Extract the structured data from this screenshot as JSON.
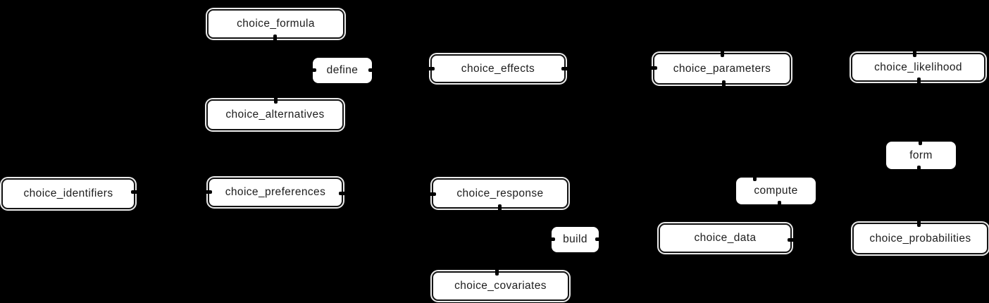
{
  "diagram": {
    "background_color": "#000000",
    "node_fill_color": "#ffffff",
    "node_border_color": "#141414",
    "text_color": "#1d1d1d",
    "nodes": [
      {
        "label": "choice_formula"
      },
      {
        "label": "choice_effects"
      },
      {
        "label": "choice_parameters"
      },
      {
        "label": "choice_likelihood"
      },
      {
        "label": "choice_alternatives"
      },
      {
        "label": "choice_identifiers"
      },
      {
        "label": "choice_preferences"
      },
      {
        "label": "choice_response"
      },
      {
        "label": "choice_data"
      },
      {
        "label": "choice_probabilities"
      },
      {
        "label": "choice_covariates"
      }
    ],
    "edge_labels": [
      {
        "label": "define"
      },
      {
        "label": "form"
      },
      {
        "label": "compute"
      },
      {
        "label": "build"
      }
    ]
  }
}
